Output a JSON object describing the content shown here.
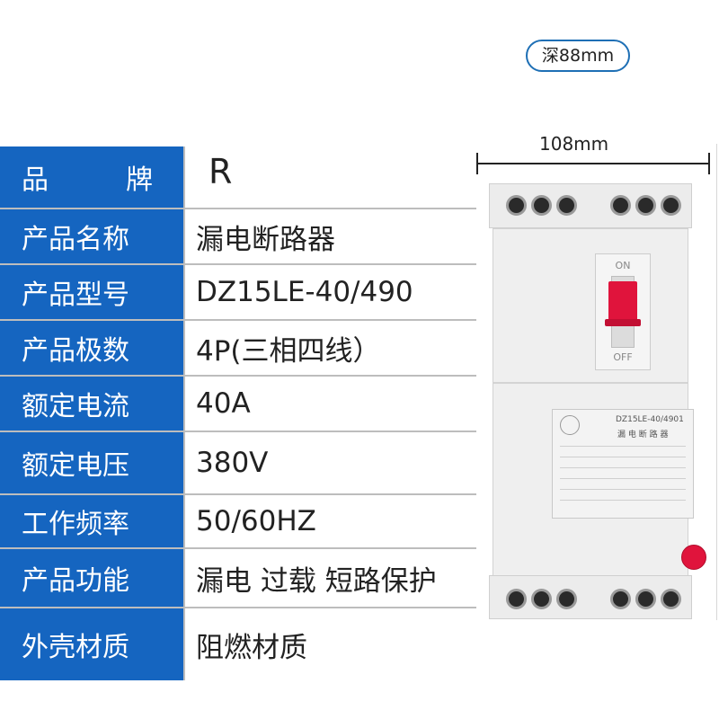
{
  "depth_label": "深88mm",
  "width_label": "108mm",
  "specs": [
    {
      "key": "品　　牌",
      "value": "R"
    },
    {
      "key": "产品名称",
      "value": "漏电断路器"
    },
    {
      "key": "产品型号",
      "value": "DZ15LE-40/490"
    },
    {
      "key": "产品极数",
      "value": "4P(三相四线）"
    },
    {
      "key": "额定电流",
      "value": "40A"
    },
    {
      "key": "额定电压",
      "value": "380V"
    },
    {
      "key": "工作频率",
      "value": "50/60HZ"
    },
    {
      "key": "产品功能",
      "value": "漏电 过载 短路保护"
    },
    {
      "key": "外壳材质",
      "value": "阻燃材质"
    }
  ],
  "breaker": {
    "on_label": "ON",
    "off_label": "OFF",
    "nameplate_model": "DZ15LE-40/4901",
    "nameplate_name": "漏 电 断 路 器",
    "handle_color": "#e0143c",
    "test_button_color": "#e0143c"
  },
  "colors": {
    "key_background": "#1565c0",
    "key_text": "#ffffff",
    "pill_border": "#1e6fb5"
  }
}
